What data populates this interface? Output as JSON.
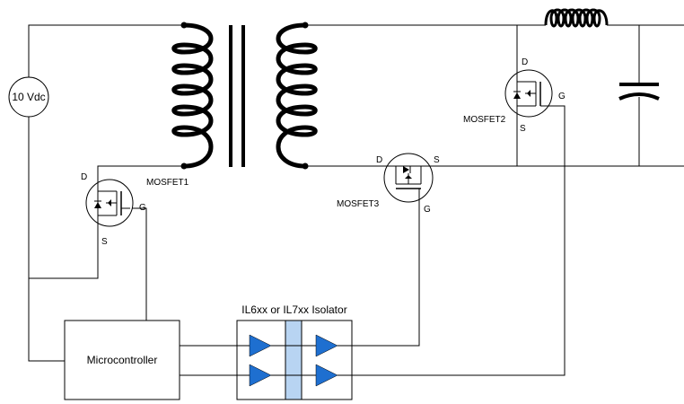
{
  "source": {
    "label": "10 Vdc"
  },
  "mosfets": [
    {
      "name": "MOSFET1",
      "d": "D",
      "s": "S",
      "g": "G"
    },
    {
      "name": "MOSFET2",
      "d": "D",
      "s": "S",
      "g": "G"
    },
    {
      "name": "MOSFET3",
      "d": "D",
      "s": "S",
      "g": "G"
    }
  ],
  "microcontroller": {
    "label": "Microcontroller"
  },
  "isolator": {
    "label": "IL6xx or IL7xx Isolator",
    "channel_color": "#1e6fd0",
    "barrier_color": "#b8d4f2"
  },
  "colors": {
    "wire": "#000000"
  }
}
